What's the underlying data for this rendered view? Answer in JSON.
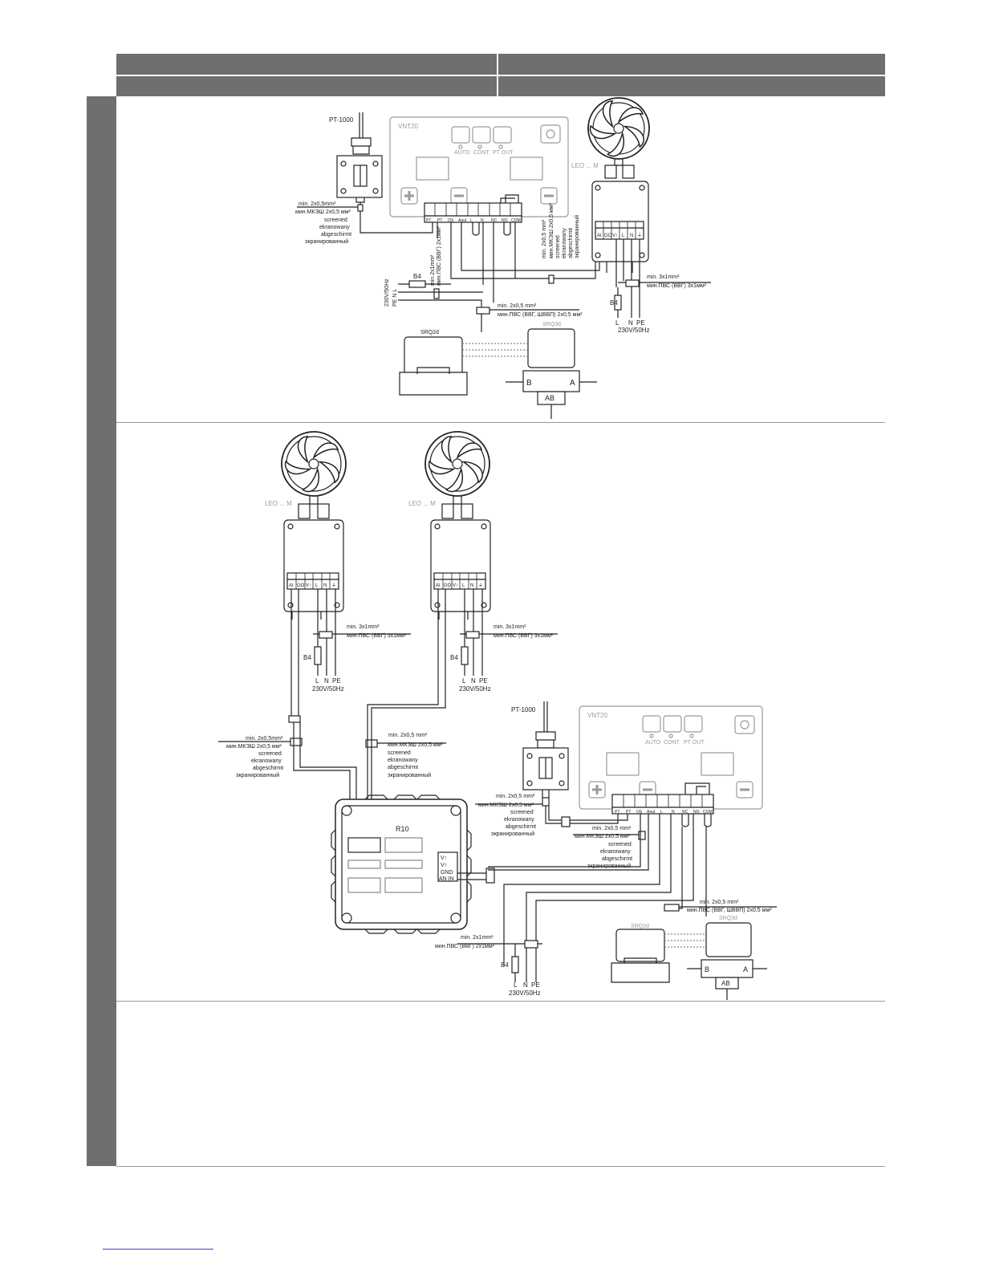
{
  "diagram1": {
    "sensor": "PT-1000",
    "controller": "VNT20",
    "indicators": [
      "AUTO",
      "CONT.",
      "PT OUT"
    ],
    "controller_terminals": [
      "PT",
      "PT",
      "OS",
      "Aout",
      "L",
      "N",
      "NC",
      "NO",
      "COM"
    ],
    "fan": "LEO ... M",
    "fan_terminals": [
      "AI",
      "GO",
      "V↑",
      "L",
      "N",
      "⏚"
    ],
    "shield_cable_lines": [
      "min. 2x0,5mm²",
      "мин.МКЭШ 2x0,5 мм²",
      "screened",
      "ekranowany",
      "abgeschirmt",
      "экранированный"
    ],
    "signal_cable_lines": [
      "min. 2x0,5 mm²",
      "мин.МКЭШ 2x0,5 мм²",
      "screened",
      "ekranowany",
      "abgeschirmt",
      "экранированный"
    ],
    "supply_cable_lines": [
      "min.2x1mm²",
      "мин.ПВС (ВВГ) 2x1мм²"
    ],
    "valve_cable_lines": [
      "min. 2x0,5 mm²",
      "мин.ПВС (ВВГ, ШВВП) 2x0,5 мм²"
    ],
    "fan_cable_lines": [
      "min. 3x1mm²",
      "мин.ПВС (ВВГ) 3x1мм²"
    ],
    "fuse": "B4",
    "supply_left": "230V/50Hz",
    "supply_left_pins": "PE N L",
    "fan_supply_pins": [
      "L",
      "N",
      "PE"
    ],
    "fan_supply_voltage": "230V/50Hz",
    "valve1": "SRQ2d",
    "valve2": "SRQ3d",
    "valve_ports": [
      "B",
      "A",
      "AB"
    ]
  },
  "diagram2": {
    "fan_a": "LEO ... M",
    "fan_b": "LEO ... M",
    "fan_terminals": [
      "AI",
      "GO",
      "V↑",
      "L",
      "N",
      "⏚"
    ],
    "fan_cable_lines": [
      "min. 3x1mm²",
      "мин.ПВС (ВВГ) 3x1мм²"
    ],
    "fuse": "B4",
    "fan_supply_pins": [
      "L",
      "N",
      "PE"
    ],
    "fan_supply_voltage": "230V/50Hz",
    "shield_a_lines": [
      "min. 2x0,5mm²",
      "мин.МКЭШ 2x0,5 мм²",
      "screened",
      "ekranowany",
      "abgeschirmt",
      "экранированный"
    ],
    "shield_b_lines": [
      "min. 2x0,5 mm²",
      "мин.МКЭШ 2x0,5 мм²",
      "screened",
      "ekranowany",
      "abgeschirmt",
      "экранированный"
    ],
    "sensor": "PT-1000",
    "controller": "VNT20",
    "indicators": [
      "AUTO",
      "CONT.",
      "PT OUT"
    ],
    "controller_terminals": [
      "PT",
      "PT",
      "OS",
      "Aout",
      "L",
      "N",
      "NC",
      "NO",
      "COM"
    ],
    "sensor_cable_lines": [
      "min. 2x0,5 mm²",
      "мин.МКЭШ 2x0,5 мм²",
      "screened",
      "ekranowany",
      "abgeschirmt",
      "экранированный"
    ],
    "signal_cable_lines": [
      "min. 2x0,5 mm²",
      "мин.МКЭШ 2x0,5 мм²",
      "screened",
      "ekranowany",
      "abgeschirmt",
      "экранированный"
    ],
    "distributor": "R10",
    "distributor_terminals": [
      "V↑",
      "V↑",
      "GND",
      "AN IN"
    ],
    "valve_cable_lines": [
      "min. 2x0,5 mm²",
      "мин.ПВС (ВВГ, ШВВП) 2x0,5 мм²"
    ],
    "supply_cable_lines": [
      "min. 2x1mm²",
      "мин.ПВС (ВВГ) 2x1мм²"
    ],
    "supply_pins": [
      "L",
      "N",
      "PE"
    ],
    "supply_voltage": "230V/50Hz",
    "valve1": "SRQ2d",
    "valve2": "SRQ3d",
    "valve_ports": [
      "B",
      "A",
      "AB"
    ]
  }
}
